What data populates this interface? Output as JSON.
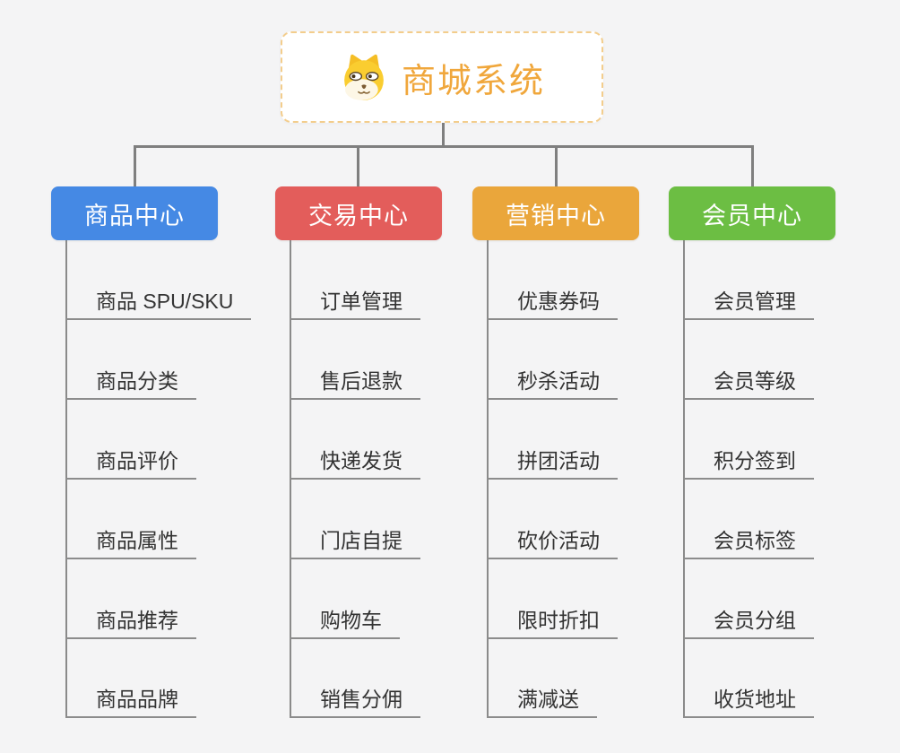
{
  "root": {
    "title": "商城系统",
    "icon": "dog-face-icon"
  },
  "branches": [
    {
      "label": "商品中心",
      "color": "#4589e4",
      "items": [
        "商品 SPU/SKU",
        "商品分类",
        "商品评价",
        "商品属性",
        "商品推荐",
        "商品品牌"
      ]
    },
    {
      "label": "交易中心",
      "color": "#e35d5b",
      "items": [
        "订单管理",
        "售后退款",
        "快递发货",
        "门店自提",
        "购物车",
        "销售分佣"
      ]
    },
    {
      "label": "营销中心",
      "color": "#eaa63b",
      "items": [
        "优惠券码",
        "秒杀活动",
        "拼团活动",
        "砍价活动",
        "限时折扣",
        "满减送"
      ]
    },
    {
      "label": "会员中心",
      "color": "#6cbe43",
      "items": [
        "会员管理",
        "会员等级",
        "积分签到",
        "会员标签",
        "会员分组",
        "收货地址"
      ]
    }
  ],
  "colors": {
    "background": "#f4f4f5",
    "root_border": "#f3cd8c",
    "root_text": "#f0a73c",
    "connector": "#7f7f7f",
    "leaf_underline": "#8c8c8c",
    "leaf_text": "#333333"
  }
}
